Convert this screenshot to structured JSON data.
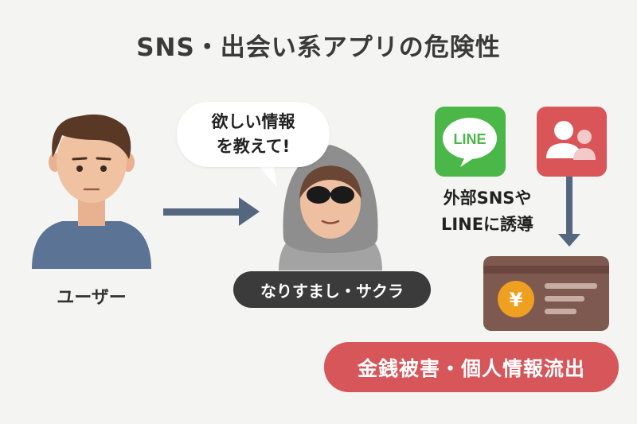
{
  "title": "SNS・出会い系アプリの危険性",
  "user": {
    "label": "ユーザー"
  },
  "scammer": {
    "speech": "欲しい情報\nを教えて!",
    "label": "なりすまし・サクラ"
  },
  "apps": {
    "line_text": "LINE",
    "caption": "外部SNSや\nLINEに誘導"
  },
  "card": {
    "currency_symbol": "¥"
  },
  "result": {
    "label": "金銭被害・個人情報流出"
  },
  "colors": {
    "line_green": "#4cb749",
    "alert_red": "#d7565a",
    "card_brown": "#7d5950",
    "coin_orange": "#f0a020",
    "arrow_blue": "#55677e",
    "dark_pill": "#3b3b3b"
  }
}
